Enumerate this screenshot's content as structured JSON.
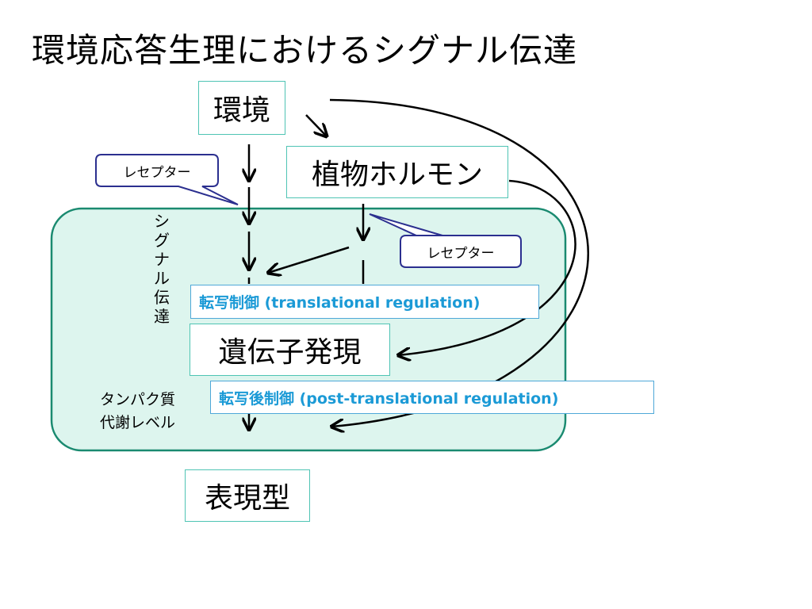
{
  "title": "環境応答生理におけるシグナル伝達",
  "nodes": {
    "environment": "環境",
    "plant_hormone": "植物ホルモン",
    "gene_expression": "遺伝子発現",
    "phenotype": "表現型"
  },
  "callouts": {
    "receptor_left": "レセプター",
    "receptor_right": "レセプター"
  },
  "regulation": {
    "transcriptional": "転写制御 (translational regulation)",
    "post_transcriptional": "転写後制御 (post-translational regulation)"
  },
  "vertical_label": "シグナル伝達",
  "side_label": {
    "line1": "タンパク質",
    "line2": "代謝レベル"
  },
  "colors": {
    "cell_fill": "#ddf5ee",
    "cell_border": "#1a8a70",
    "node_border": "#4fc4b4",
    "callout_border": "#2b2f8f",
    "regulation_text": "#1b9ad6",
    "regulation_border": "#4fa8d8"
  }
}
